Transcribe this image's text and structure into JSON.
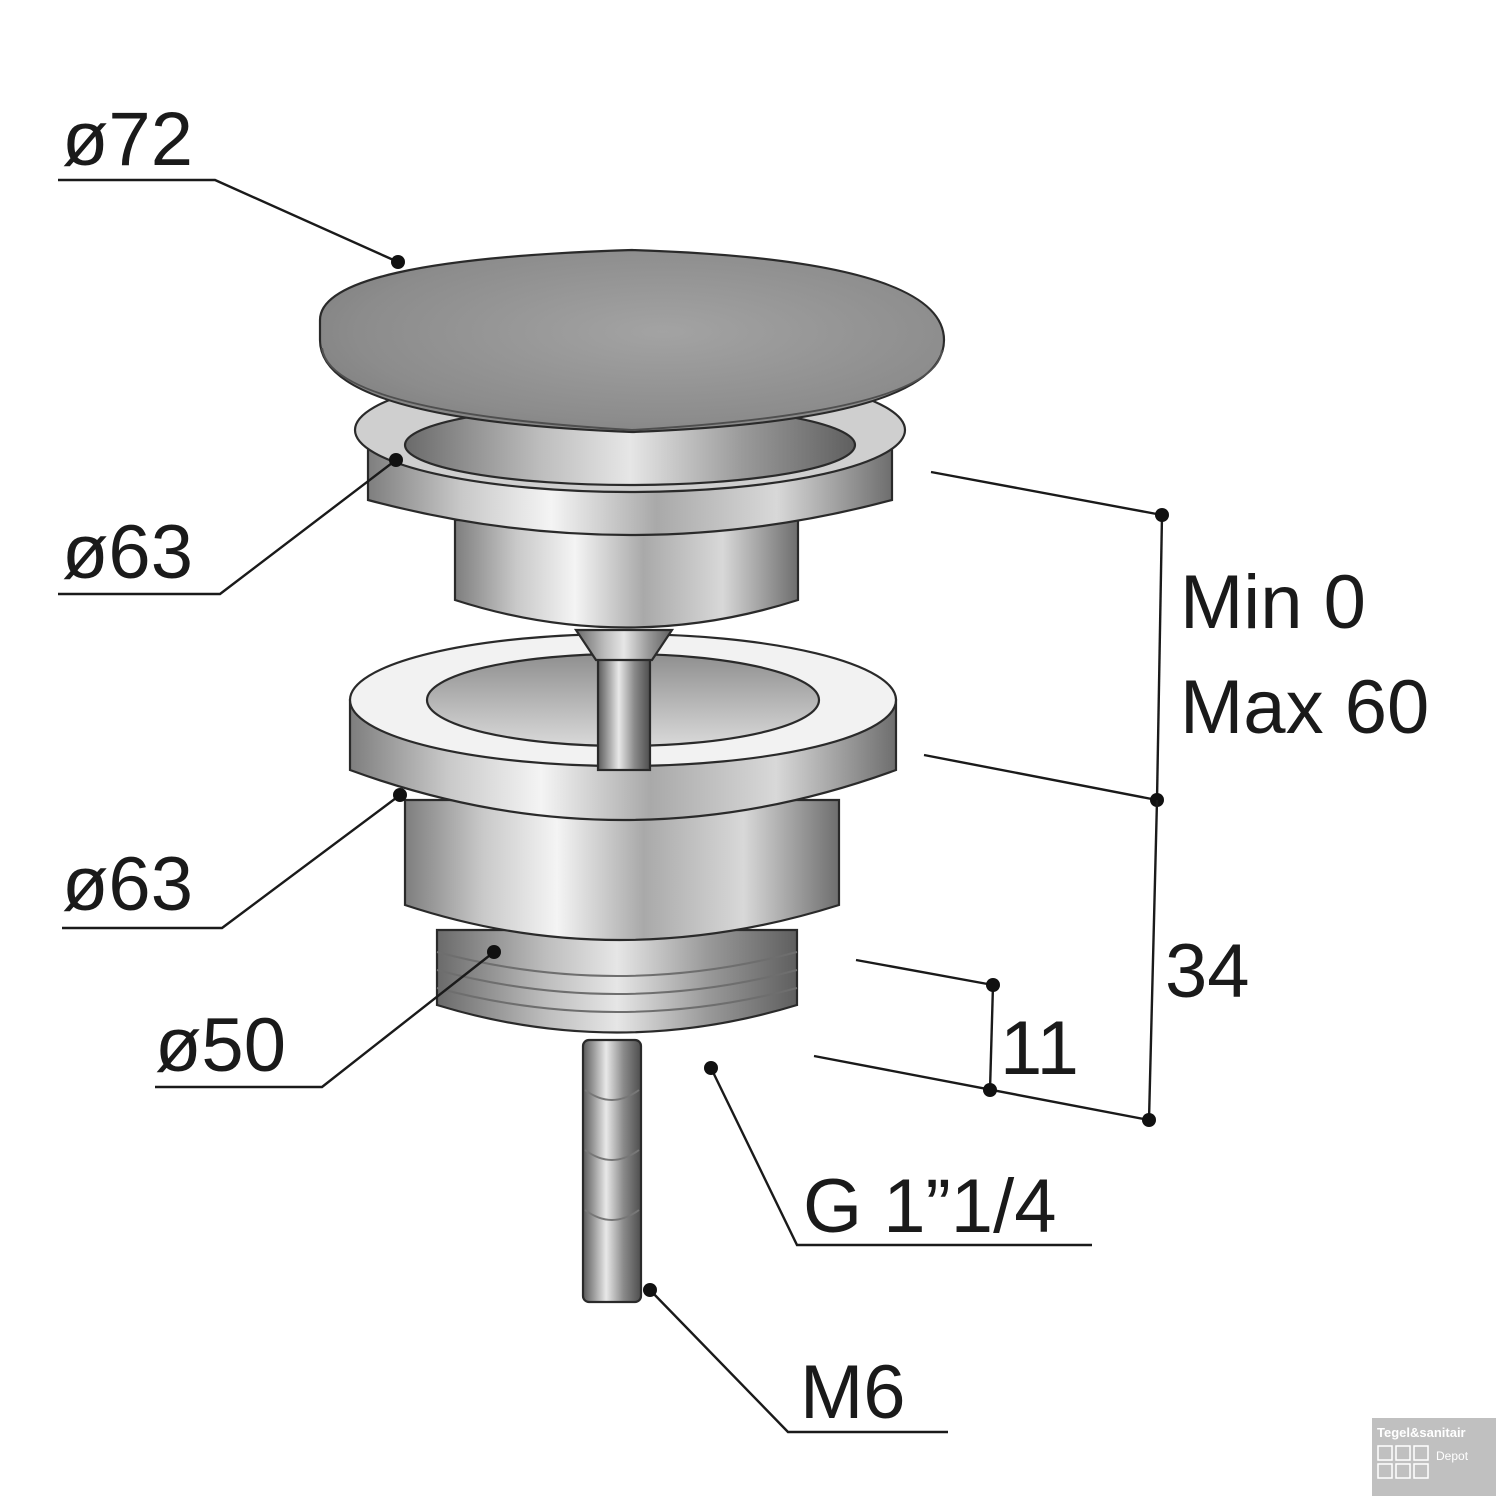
{
  "labels": {
    "cap_diameter": "ø72",
    "collar_diameter": "ø63",
    "flange_diameter": "ø63",
    "thread_diameter": "ø50",
    "height_range_min": "Min 0",
    "height_range_max": "Max 60",
    "body_height": "34",
    "thread_length": "11",
    "thread_spec": "G 1”1/4",
    "rod_thread": "M6"
  },
  "watermark": {
    "line1": "Tegel&sanitair",
    "line2": "Depot"
  }
}
